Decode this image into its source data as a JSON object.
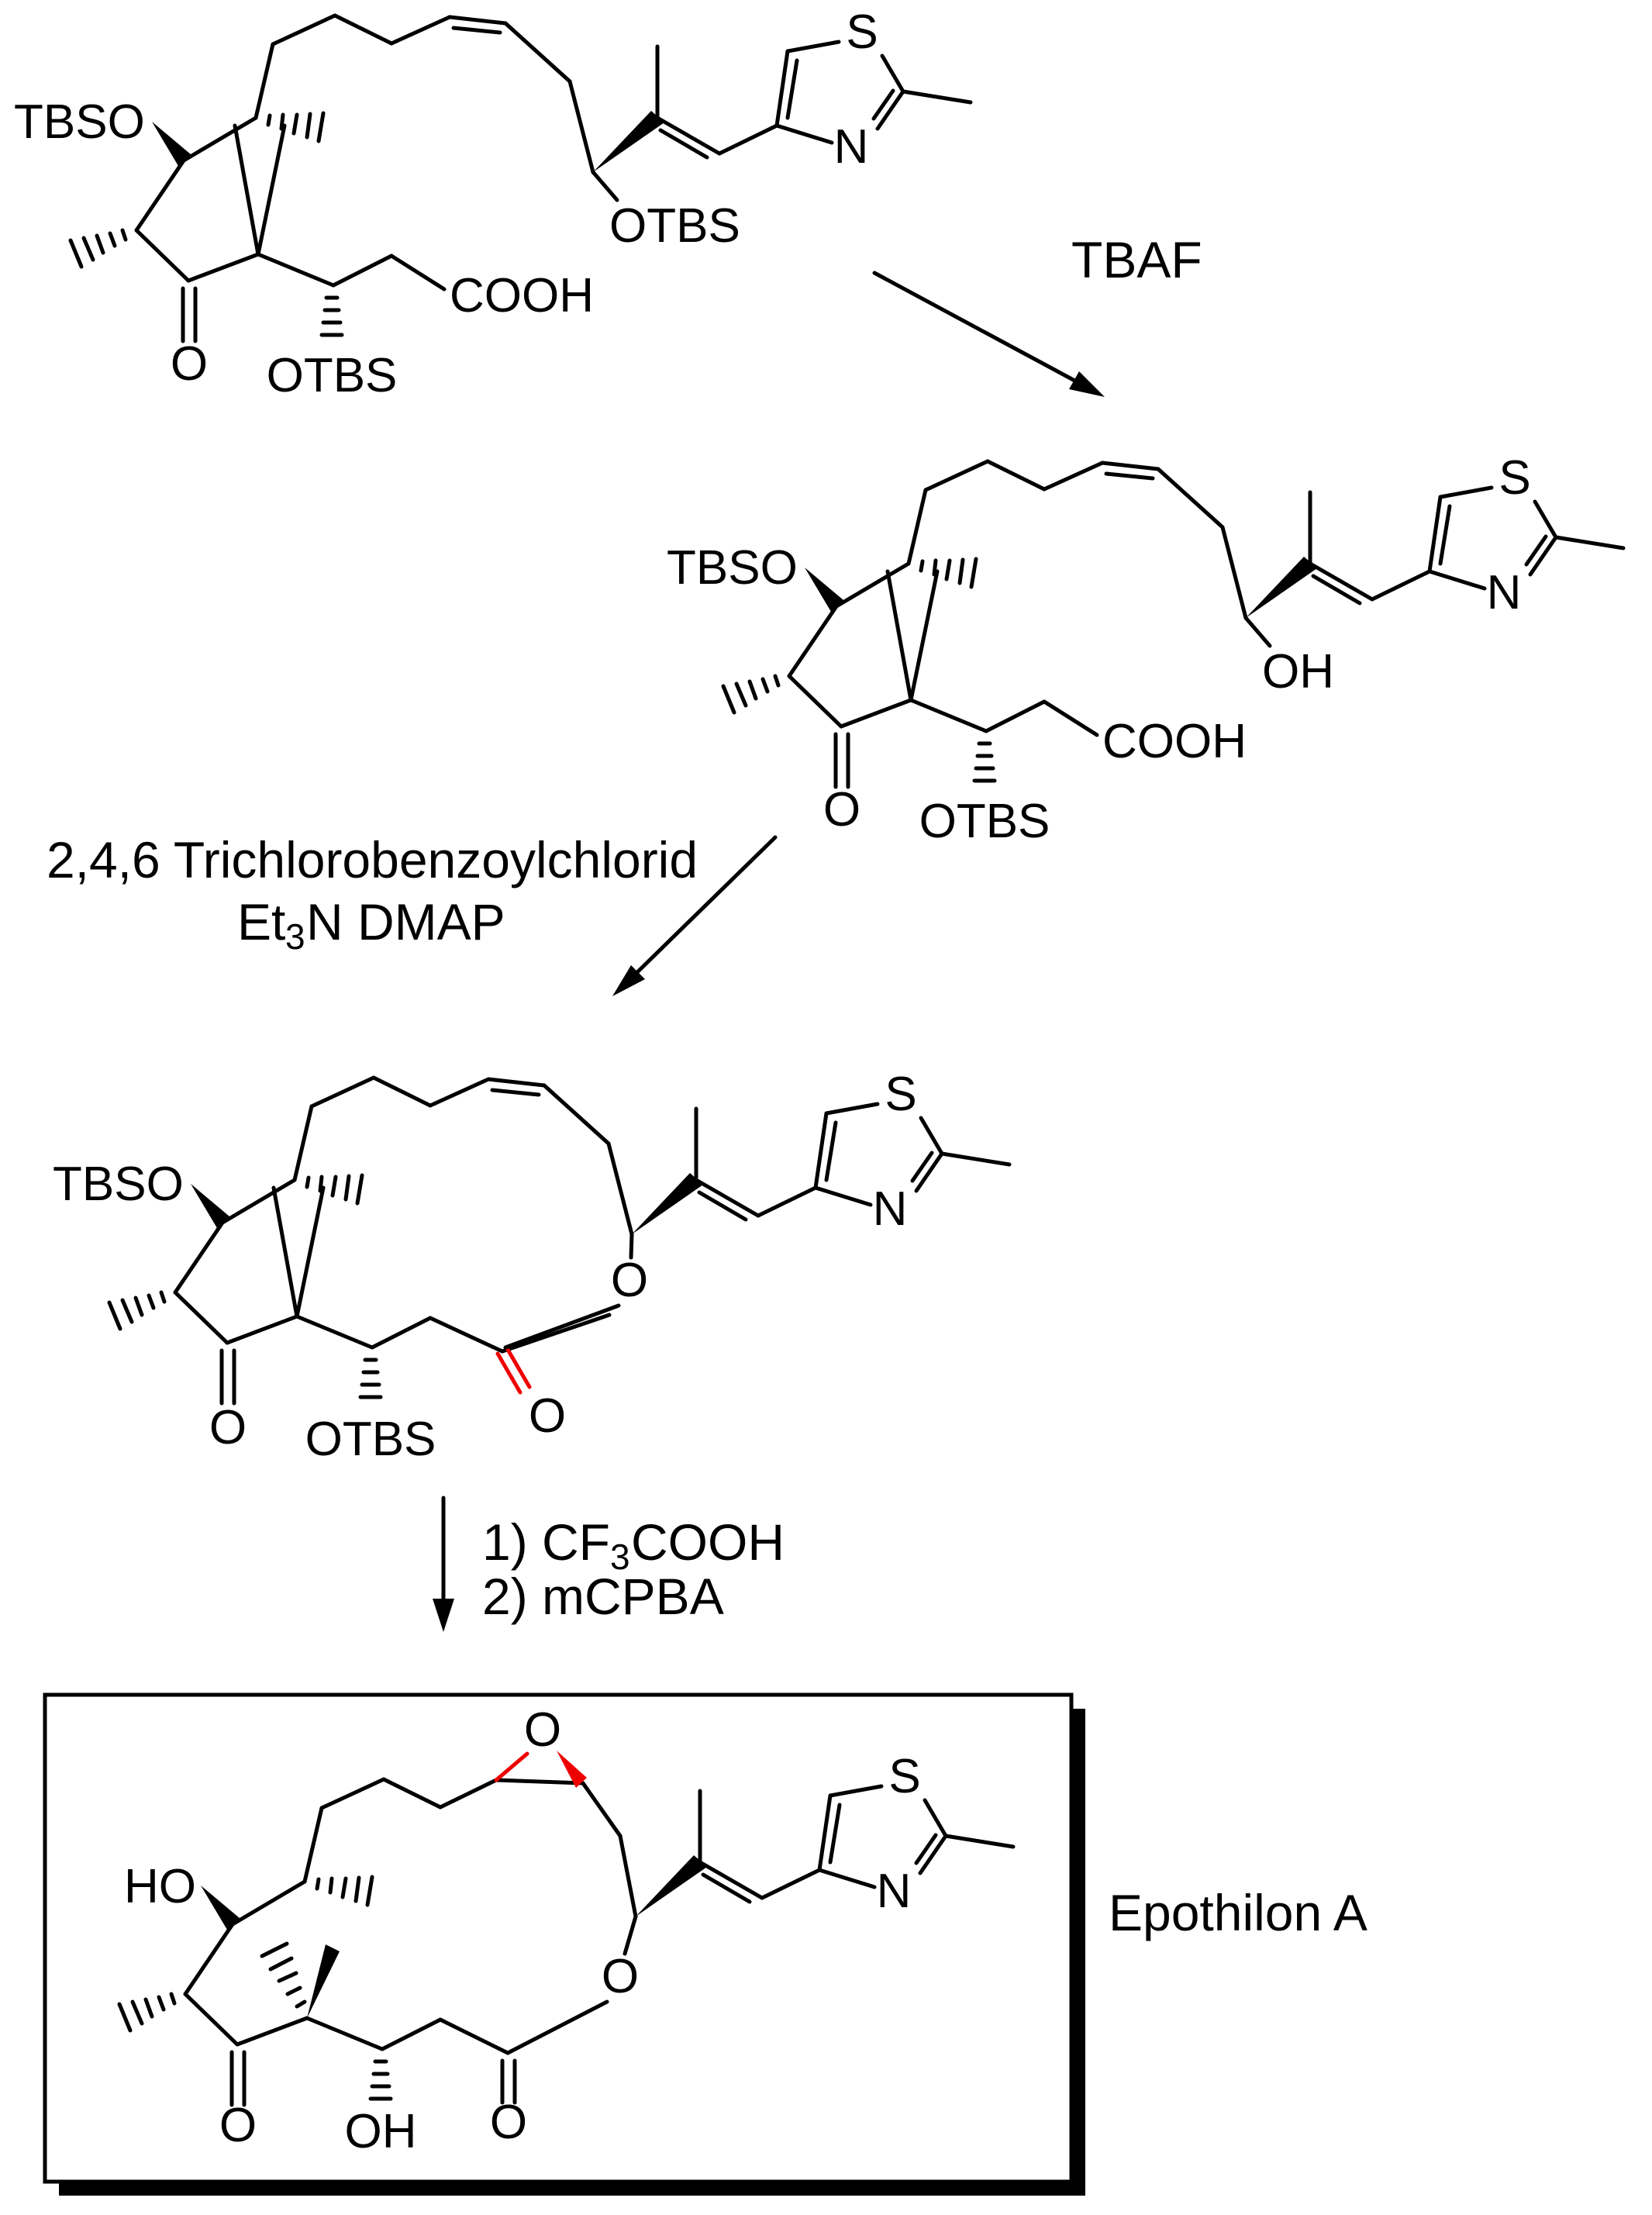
{
  "colors": {
    "bond": "#000000",
    "highlight": "#ee0000",
    "background": "#ffffff"
  },
  "steps": {
    "step1": {
      "reagent": "TBAF"
    },
    "step2": {
      "line1": "2,4,6 Trichlorobenzoylchlorid",
      "line2_main": "Et",
      "line2_sub": "3",
      "line2_rest": "N DMAP"
    },
    "step3": {
      "line1_main": "1) CF",
      "line1_sub": "3",
      "line1_rest": "COOH",
      "line2": "2) mCPBA"
    }
  },
  "structures": {
    "s1": {
      "tbso": "TBSO",
      "otbs_allylic": "OTBS",
      "cooh": "COOH",
      "ketone_o": "O",
      "otbs_c3": "OTBS",
      "thiazole_s": "S",
      "thiazole_n": "N"
    },
    "s2": {
      "tbso": "TBSO",
      "oh_allylic": "OH",
      "cooh": "COOH",
      "ketone_o": "O",
      "otbs_c3": "OTBS",
      "thiazole_s": "S",
      "thiazole_n": "N"
    },
    "s3": {
      "tbso": "TBSO",
      "ester_o": "O",
      "ester_carbonyl_o": "O",
      "ketone_o": "O",
      "otbs_c3": "OTBS",
      "thiazole_s": "S",
      "thiazole_n": "N"
    },
    "s4": {
      "ho": "HO",
      "epoxide_o": "O",
      "ester_o": "O",
      "ester_carbonyl_o": "O",
      "ketone_o": "O",
      "oh_c3": "OH",
      "thiazole_s": "S",
      "thiazole_n": "N",
      "caption": "Epothilon A"
    }
  }
}
